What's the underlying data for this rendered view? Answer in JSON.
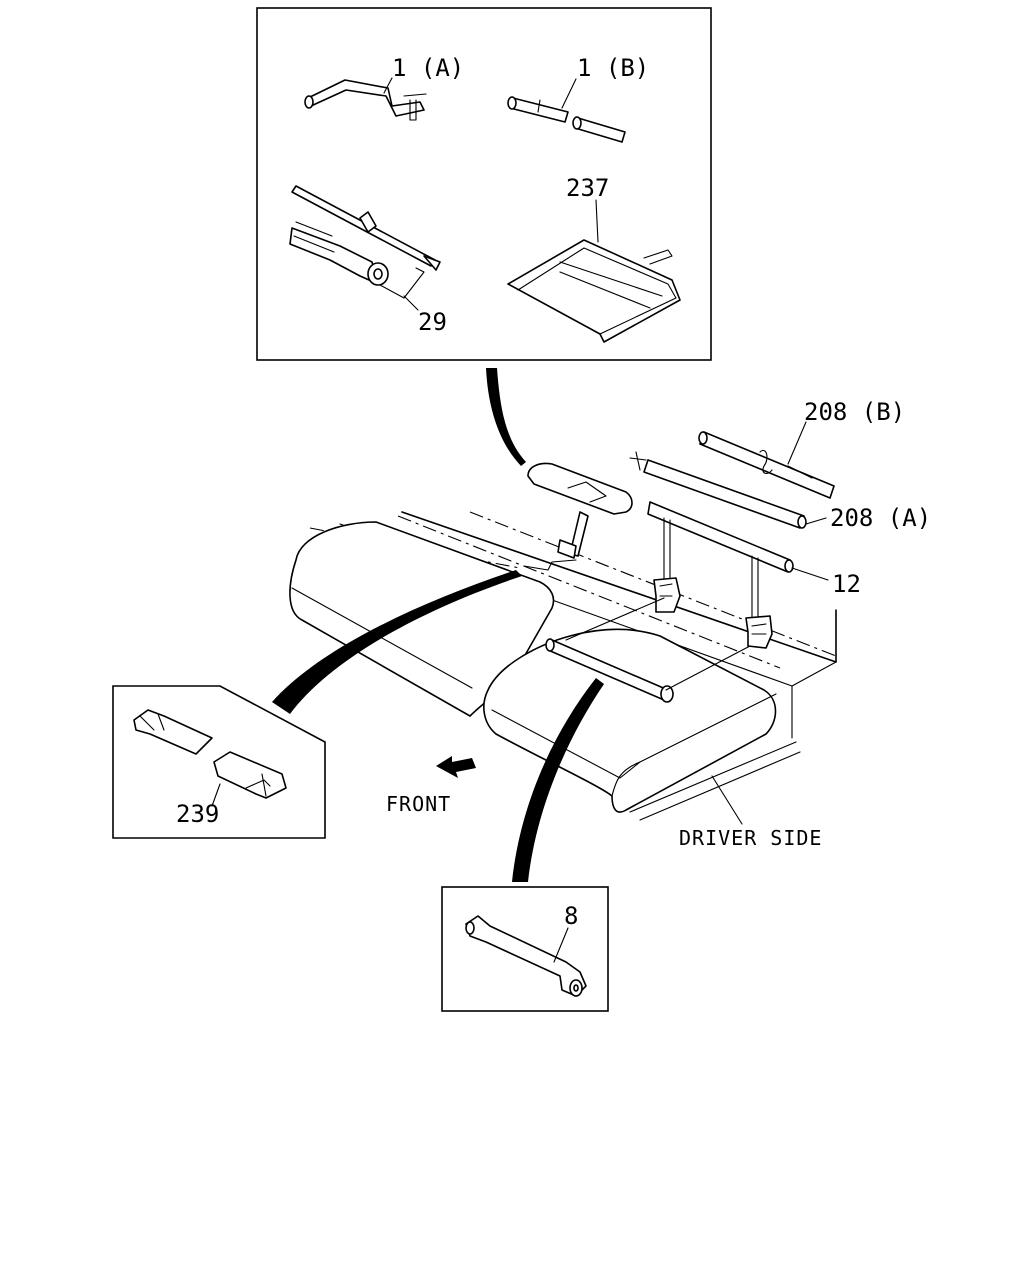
{
  "labels": {
    "tool_1a": "1 (A)",
    "tool_1b": "1 (B)",
    "tool_237": "237",
    "tool_29": "29",
    "part_208b": "208 (B)",
    "part_208a": "208 (A)",
    "part_12": "12",
    "part_239": "239",
    "part_8": "8",
    "front": "FRONT",
    "driver_side": "DRIVER SIDE"
  }
}
